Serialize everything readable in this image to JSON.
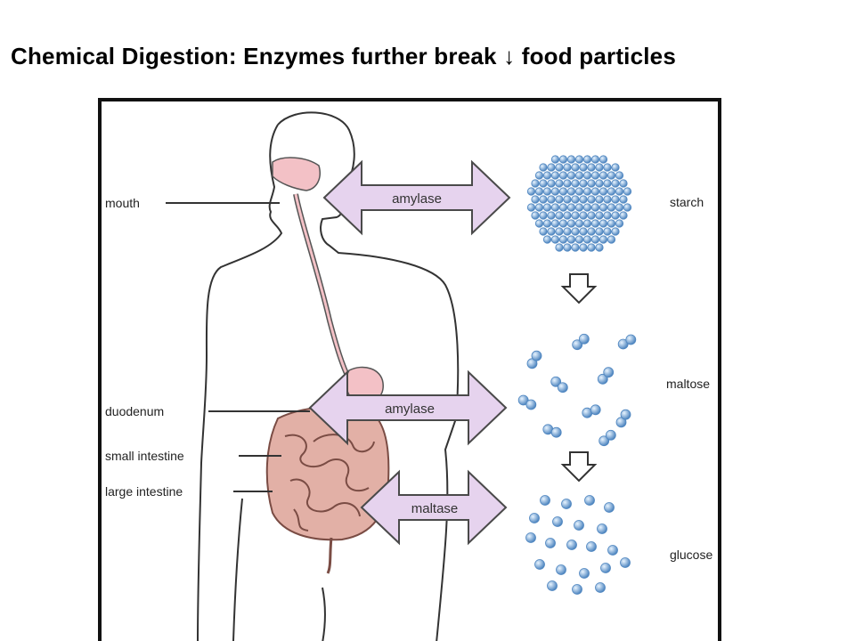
{
  "title": "Chemical Digestion: Enzymes further break ↓ food particles",
  "labels": {
    "mouth": "mouth",
    "duodenum": "duodenum",
    "small_intestine": "small intestine",
    "large_intestine": "large intestine",
    "starch": "starch",
    "maltose": "maltose",
    "glucose": "glucose"
  },
  "enzymes": {
    "mouth": "amylase",
    "duodenum": "amylase",
    "intestine": "maltase"
  },
  "colors": {
    "arrow_fill": "#e6d3ee",
    "arrow_stroke": "#4a4a4a",
    "molecule": "#8bbbe3",
    "molecule_dark": "#4f86c0",
    "organ_pink": "#f3c1c6",
    "intestine": "#c98a7e"
  }
}
